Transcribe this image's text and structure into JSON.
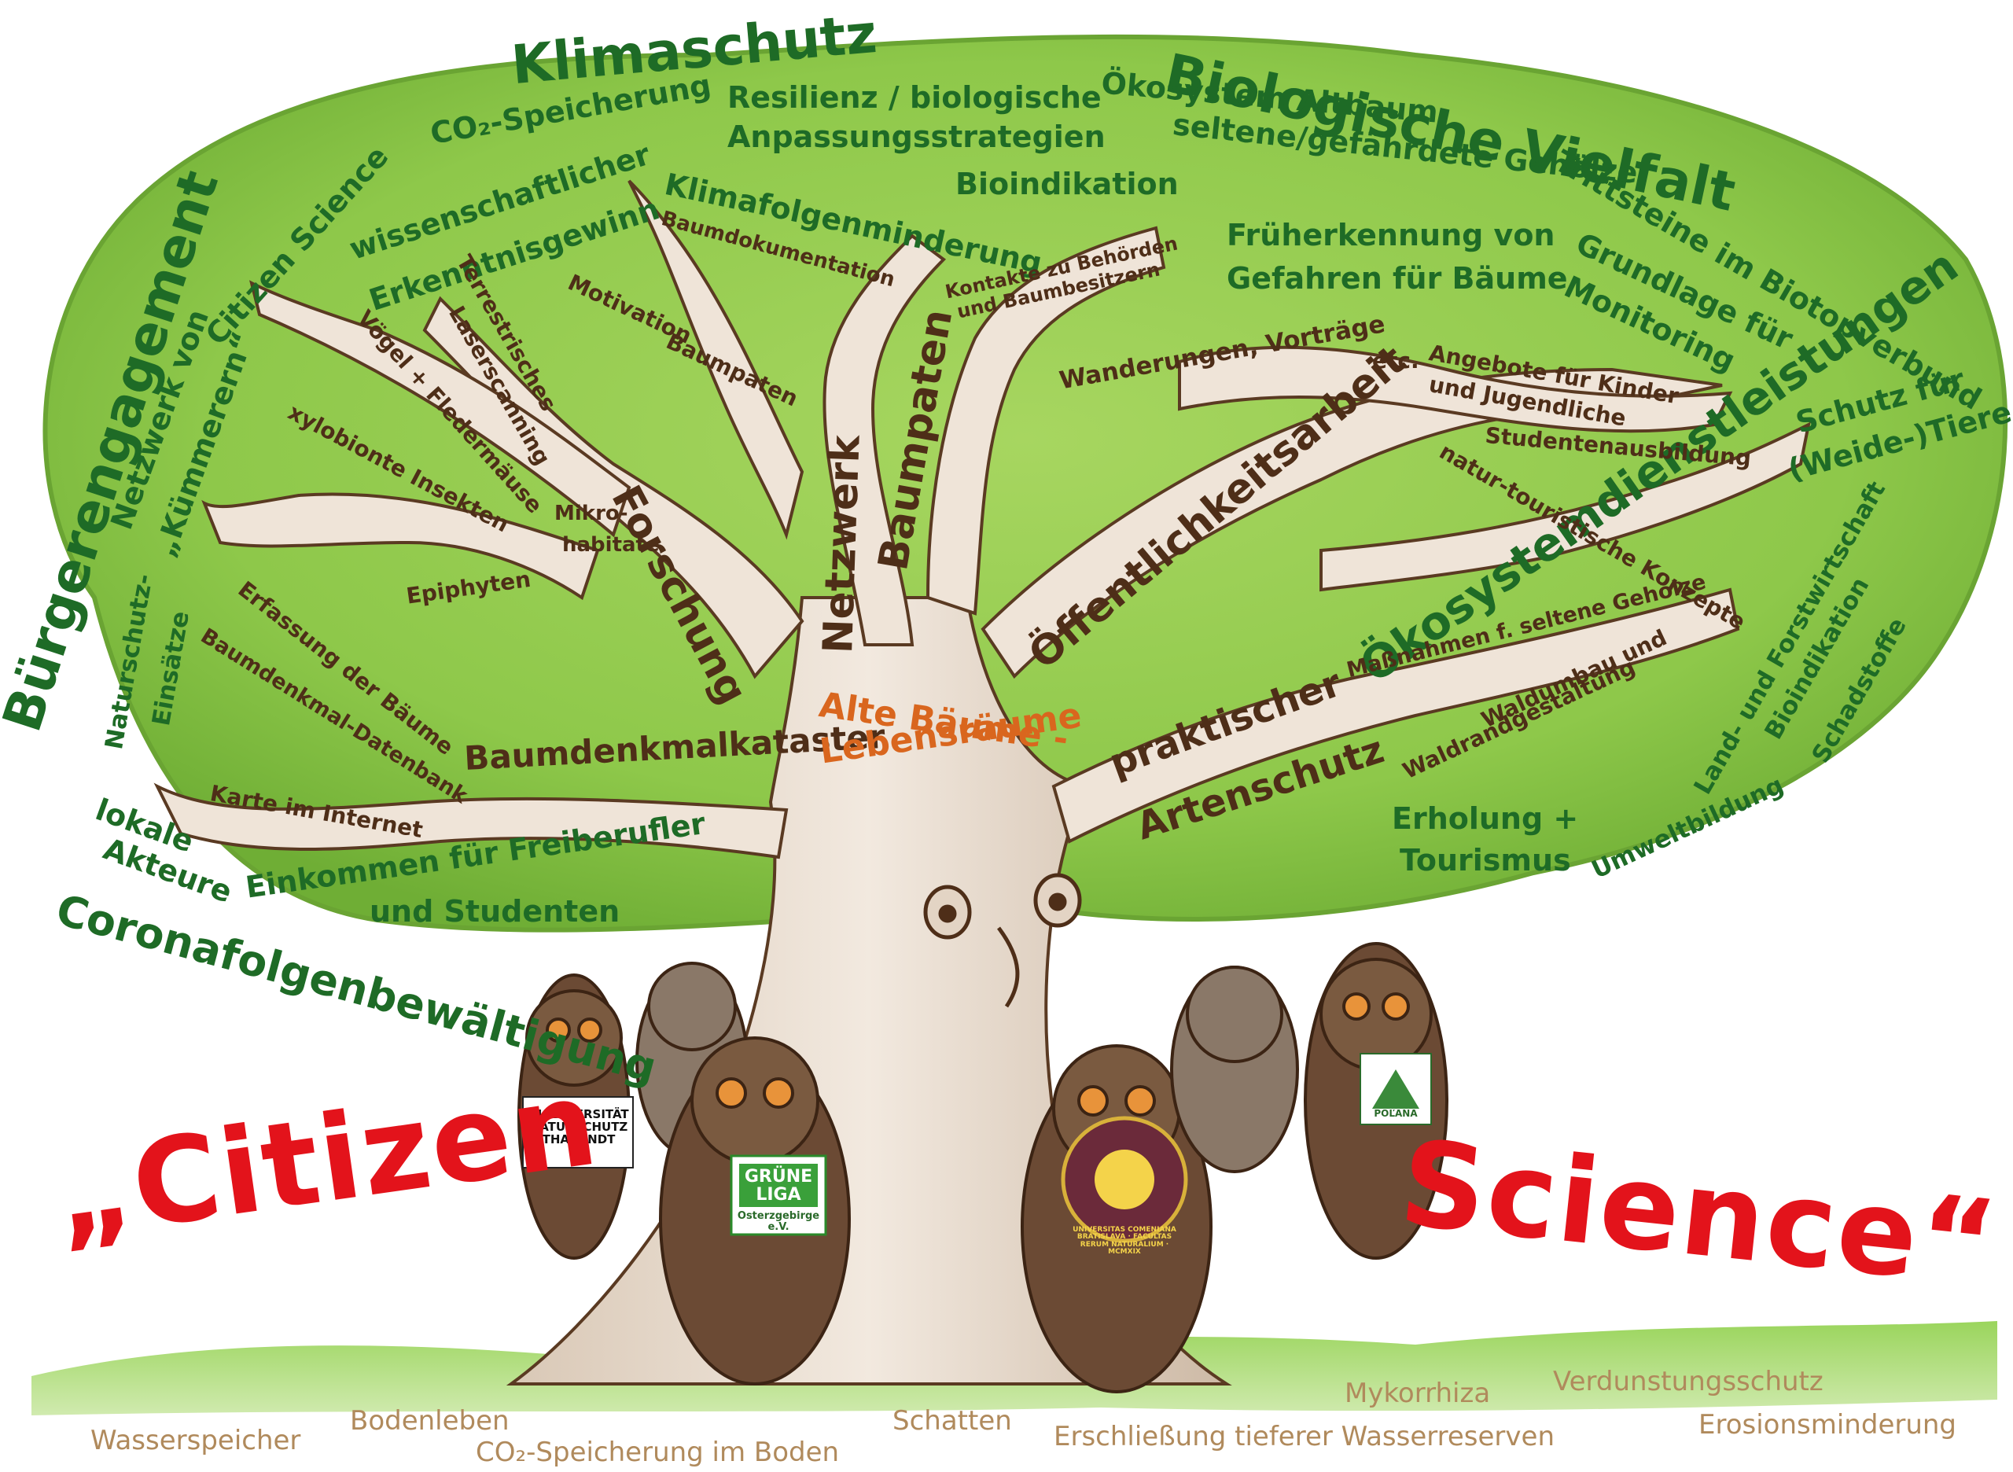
{
  "colors": {
    "crown": "#8ec84a",
    "crown_dark": "#5e9e2c",
    "bark": "#efe4d8",
    "bark_line": "#5a3a22",
    "green_text": "#1e6b26",
    "brown_text": "#4e2e18",
    "orange_text": "#d9661e",
    "red_text": "#e3131b",
    "ground_text": "#b08a5c",
    "grass": "#7fc23e",
    "owl": "#6b4a34"
  },
  "crown_labels": {
    "klimaschutz": "Klimaschutz",
    "biologische_vielfalt": "Biologische Vielfalt",
    "buergerengagement": "Bürgerengagement",
    "oekosystemdienstleistungen": "Ökosystemdienstleistungen",
    "coronafolgen": "Coronafolgenbewältigung",
    "co2_speicherung": "CO₂-Speicherung",
    "resilienz": "Resilienz / biologische",
    "anpassung": "Anpassungsstrategien",
    "oekosystem_altbaum": "Ökosystem Altbaum",
    "seltene_gehoelze": "seltene/gefährdete Gehölze",
    "bioindikation": "Bioindikation",
    "klimafolgen": "Klimafolgenminderung",
    "wissenschaftlicher": "wissenschaftlicher",
    "erkenntnisgewinn": "Erkenntnisgewinn",
    "citizen_science": "Citizen Science",
    "netzwerk_von": "Netzwerk von",
    "kuemmerern": "„Kümmerern“",
    "naturschutz": "Naturschutz-",
    "einsaetze": "Einsätze",
    "trittsteine": "Trittsteine im Biotopverbund",
    "grundlage": "Grundlage für",
    "monitoring": "Monitoring",
    "frueherkennung": "Früherkennung von",
    "gefahren": "Gefahren für Bäume",
    "schutz_fuer": "Schutz für",
    "weide_tiere": "(Weide-)Tiere",
    "land_forst": "Land- und Forstwirtschaft",
    "bioindikation2": "Bioindikation",
    "schadstoffe": "Schadstoffe",
    "umweltbildung": "Umweltbildung",
    "erholung": "Erholung +",
    "tourismus": "Tourismus",
    "lokale": "lokale",
    "akteure": "Akteure",
    "einkommen": "Einkommen für Freiberufler",
    "studenten": "und Studenten"
  },
  "branch_labels": {
    "forschung": "Forschung",
    "netzwerk": "Netzwerk",
    "baumpaten": "Baumpaten",
    "oeffentlichkeitsarbeit": "Öffentlichkeitsarbeit",
    "baumdenkmalkataster": "Baumdenkmalkataster",
    "praktischer": "praktischer",
    "artenschutz": "Artenschutz",
    "alte_baeume": "Alte Bäume -",
    "lebensraeume": "Lebensräume",
    "baumdokumentation": "Baumdokumentation",
    "kontakte": "Kontakte zu Behörden",
    "baumbesitzern": "und Baumbesitzern",
    "motivation": "Motivation",
    "baumpaten_small": "Baumpaten",
    "terrestrisches": "Terrestrisches",
    "laserscanning": "Laserscanning",
    "voegel": "Vögel + Fledermäuse",
    "xylobionte": "xylobionte Insekten",
    "mikro": "Mikro-",
    "habitate": "habitate",
    "epiphyten": "Epiphyten",
    "erfassung": "Erfassung der Bäume",
    "datenbank": "Baumdenkmal-Datenbank",
    "karte": "Karte im Internet",
    "wanderungen": "Wanderungen, Vorträge",
    "etc": "etc.",
    "angebote": "Angebote für Kinder",
    "jugendliche": "und Jugendliche",
    "studentenausbildung": "Studentenausbildung",
    "natur_touristische": "natur-touristische Konzepte",
    "massnahmen": "Maßnahmen f. seltene Gehölze",
    "waldumbau": "Waldumbau und",
    "waldrand": "Waldrandgestaltung"
  },
  "title": {
    "citizen": "„Citizen",
    "science": "Science“"
  },
  "ground_labels": {
    "wasserspeicher": "Wasserspeicher",
    "bodenleben": "Bodenleben",
    "co2_boden": "CO₂-Speicherung im Boden",
    "schatten": "Schatten",
    "mykorrhiza": "Mykorrhiza",
    "erschliessung": "Erschließung tieferer Wasserreserven",
    "verdunstung": "Verdunstungsschutz",
    "erosion": "Erosionsminderung"
  },
  "owl_badges": {
    "tu": "BIODIVERSITÄT NATURSCHUTZ THARANDT",
    "gruene_liga": "GRÜNE LIGA",
    "gruene_liga_sub": "Osterzgebirge e.V.",
    "comeniana": "UNIVERSITAS COMENIANA BRATISLAVA · FACULTAS RERUM NATURALIUM · MCMXIX",
    "polana": "POĽANA"
  }
}
